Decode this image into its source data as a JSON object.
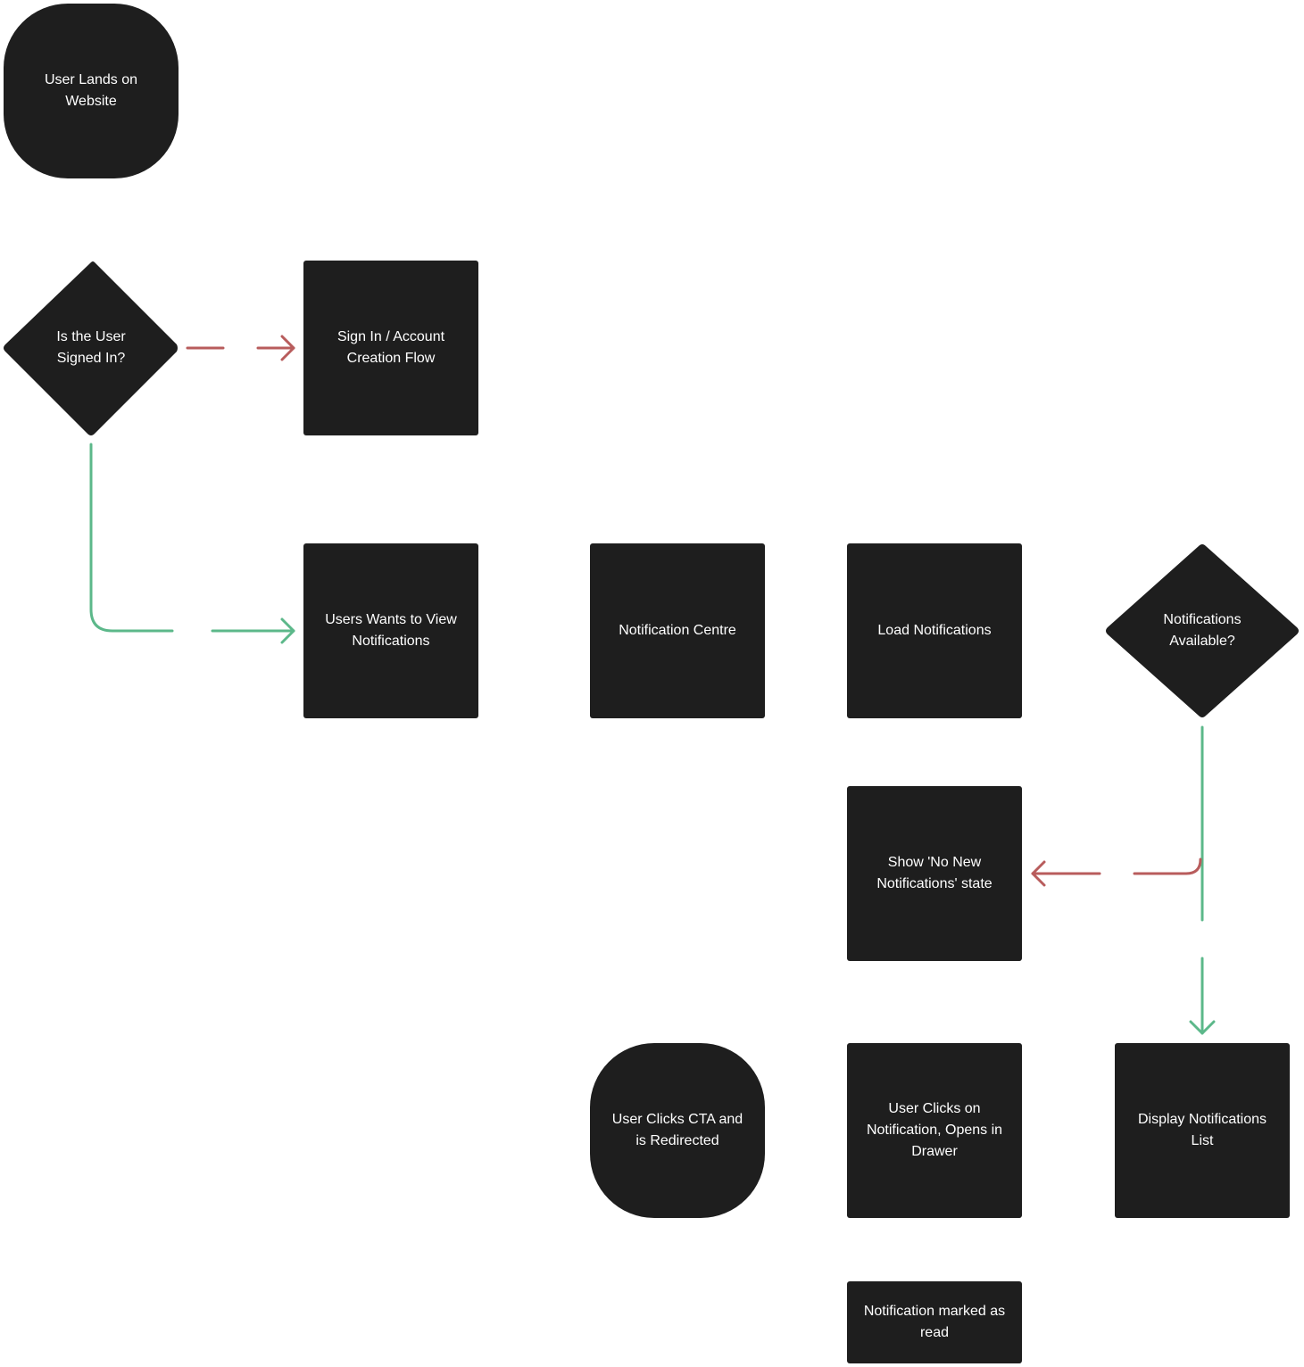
{
  "colors": {
    "node_fill": "#1e1e1e",
    "node_text": "#ffffff",
    "yes_connector": "#5cb88a",
    "no_connector": "#b85c5c"
  },
  "nodes": {
    "start": {
      "label": "User Lands on\nWebsite",
      "shape": "terminal"
    },
    "signed_in_decision": {
      "label": "Is the User\nSigned In?",
      "shape": "diamond"
    },
    "sign_in_flow": {
      "label": "Sign In / Account\nCreation Flow",
      "shape": "process"
    },
    "wants_to_view": {
      "label": "Users Wants to View\nNotifications",
      "shape": "process"
    },
    "notification_centre": {
      "label": "Notification Centre",
      "shape": "process"
    },
    "load_notifications": {
      "label": "Load Notifications",
      "shape": "process"
    },
    "available_decision": {
      "label": "Notifications\nAvailable?",
      "shape": "diamond"
    },
    "no_new_state": {
      "label": "Show 'No New\nNotifications' state",
      "shape": "process"
    },
    "display_list": {
      "label": "Display Notifications\nList",
      "shape": "process"
    },
    "clicks_notification": {
      "label": "User Clicks on\nNotification, Opens in\nDrawer",
      "shape": "process"
    },
    "clicks_cta": {
      "label": "User Clicks CTA and\nis Redirected",
      "shape": "terminal"
    },
    "marked_read": {
      "label": "Notification marked as\nread",
      "shape": "process"
    }
  },
  "edges": [
    {
      "from": "signed_in_decision",
      "to": "sign_in_flow",
      "kind": "no"
    },
    {
      "from": "signed_in_decision",
      "to": "wants_to_view",
      "kind": "yes"
    },
    {
      "from": "available_decision",
      "to": "no_new_state",
      "kind": "no"
    },
    {
      "from": "available_decision",
      "to": "display_list",
      "kind": "yes"
    }
  ]
}
